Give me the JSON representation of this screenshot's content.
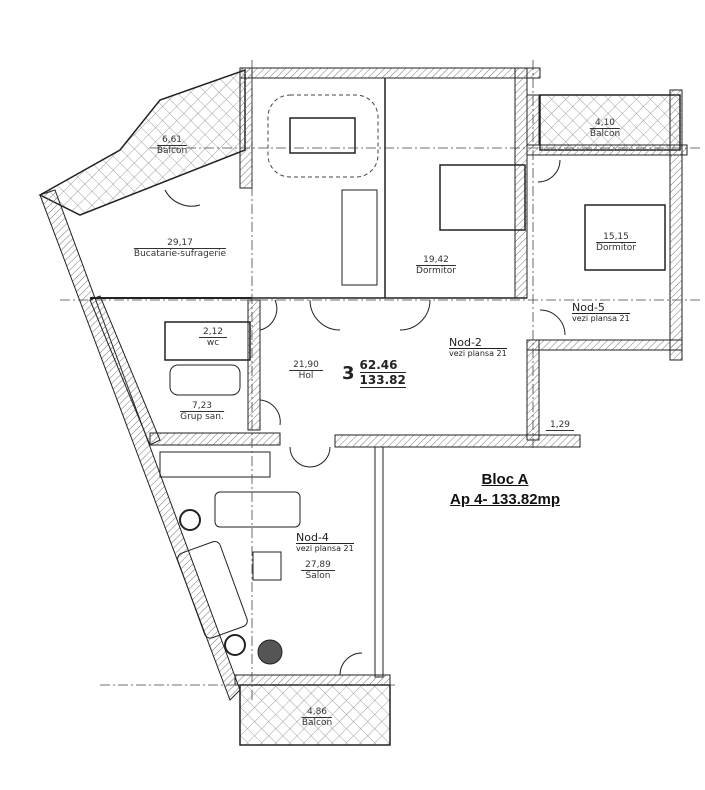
{
  "title": {
    "block": "Bloc A",
    "apartment": "Ap 4- 133.82mp"
  },
  "apartment_marker": {
    "number": "3",
    "area_top": "62.46",
    "area_bottom": "133.82"
  },
  "rooms": [
    {
      "id": "balcon-1",
      "area": "6,61",
      "name": "Balcon"
    },
    {
      "id": "bucatarie",
      "area": "29,17",
      "name": "Bucatarie-sufragerie"
    },
    {
      "id": "dormitor-1",
      "area": "19,42",
      "name": "Dormitor"
    },
    {
      "id": "balcon-2",
      "area": "4,10",
      "name": "Balcon"
    },
    {
      "id": "dormitor-2",
      "area": "15,15",
      "name": "Dormitor"
    },
    {
      "id": "wc",
      "area": "2,12",
      "name": "wc"
    },
    {
      "id": "hol",
      "area": "21,90",
      "name": "Hol"
    },
    {
      "id": "grup-san",
      "area": "7,23",
      "name": "Grup san."
    },
    {
      "id": "salon",
      "area": "27,89",
      "name": "Salon"
    },
    {
      "id": "balcon-3",
      "area": "4,86",
      "name": "Balcon"
    },
    {
      "id": "small-space",
      "area": "1,29",
      "name": ""
    }
  ],
  "nodes": [
    {
      "label": "Nod-2",
      "ref": "vezi plansa 21"
    },
    {
      "label": "Nod-5",
      "ref": "vezi plansa 21"
    },
    {
      "label": "Nod-4",
      "ref": "vezi plansa 21"
    }
  ],
  "colors": {
    "wall": "#222222",
    "hatch": "#888888",
    "text": "#333333"
  }
}
